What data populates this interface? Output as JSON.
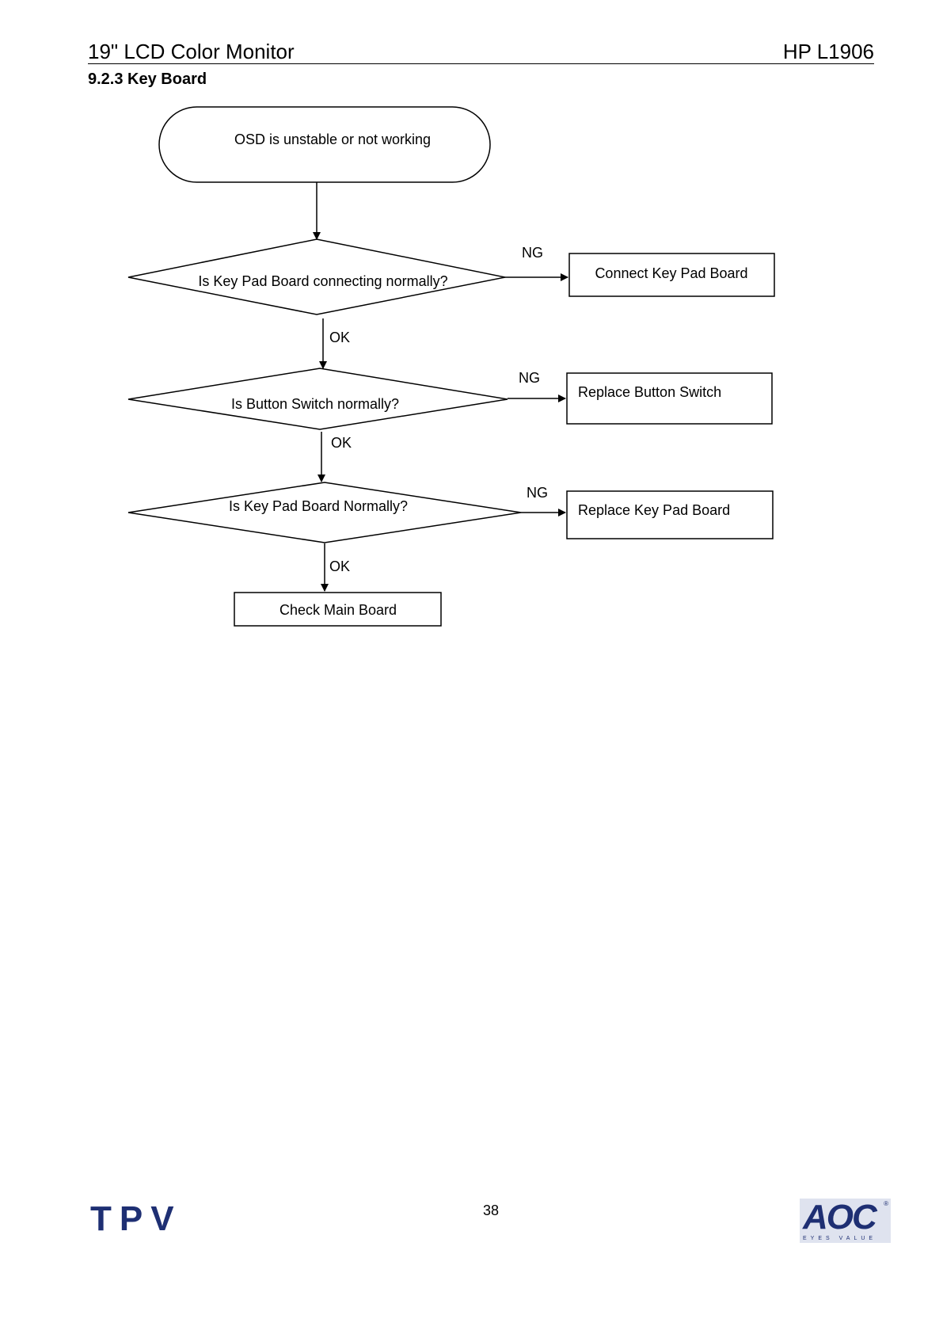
{
  "header": {
    "title": "19\" LCD Color Monitor",
    "model": "HP L1906"
  },
  "section": {
    "title": "9.2.3 Key Board"
  },
  "flowchart": {
    "start": "OSD is unstable or not working",
    "decisions": [
      "Is Key Pad Board connecting normally?",
      "Is Button Switch normally?",
      "Is Key Pad Board Normally?"
    ],
    "actions": [
      "Connect Key Pad Board",
      "Replace Button Switch",
      "Replace Key Pad Board"
    ],
    "final": "Check Main Board",
    "ng_label": "NG",
    "ok_label": "OK"
  },
  "footer": {
    "page_number": "38",
    "left_logo": "TPV",
    "right_logo": "AOC",
    "right_logo_tagline": "EYES VALUE"
  }
}
